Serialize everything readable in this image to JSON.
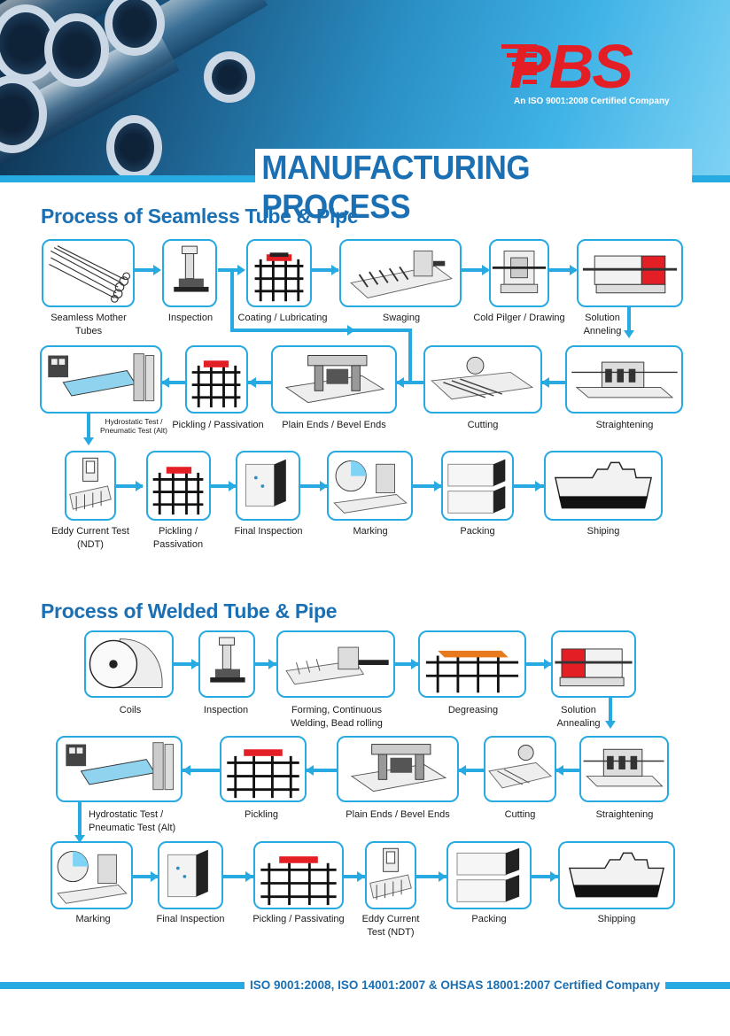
{
  "header": {
    "logo": "PBS",
    "tagline": "An ISO 9001:2008 Certified Company",
    "title": "MANUFACTURING PROCESS"
  },
  "seamless": {
    "title": "Process of Seamless Tube & Pipe",
    "steps": [
      {
        "label": "Seamless Mother Tubes",
        "icon": "tube-bundle-icon"
      },
      {
        "label": "Inspection",
        "icon": "inspection-machine-icon"
      },
      {
        "label": "Coating / Lubricating",
        "icon": "tank-icon"
      },
      {
        "label": "Swaging",
        "icon": "swaging-machine-icon"
      },
      {
        "label": "Cold Pilger / Drawing",
        "icon": "pilger-icon"
      },
      {
        "label": "Solution Anneling",
        "icon": "furnace-icon"
      },
      {
        "label": "Straightening",
        "icon": "straightener-icon"
      },
      {
        "label": "Cutting",
        "icon": "cutting-machine-icon"
      },
      {
        "label": "Plain Ends / Bevel Ends",
        "icon": "press-icon"
      },
      {
        "label": "Pickling / Passivation",
        "icon": "tank-icon"
      },
      {
        "label": "Hydrostatic Test / Pneumatic Test (Alt)",
        "icon": "hydro-test-icon"
      },
      {
        "label": "Eddy Current Test (NDT)",
        "icon": "eddy-current-icon"
      },
      {
        "label": "Pickling / Passivation",
        "icon": "tank-icon"
      },
      {
        "label": "Final Inspection",
        "icon": "inspection-booth-icon"
      },
      {
        "label": "Marking",
        "icon": "marking-machine-icon"
      },
      {
        "label": "Packing",
        "icon": "crate-icon"
      },
      {
        "label": "Shiping",
        "icon": "ship-icon"
      }
    ]
  },
  "welded": {
    "title": "Process of Welded Tube & Pipe",
    "steps": [
      {
        "label": "Coils",
        "icon": "coil-icon"
      },
      {
        "label": "Inspection",
        "icon": "inspection-machine-icon"
      },
      {
        "label": "Forming, Continuous Welding, Bead rolling",
        "icon": "forming-line-icon"
      },
      {
        "label": "Degreasing",
        "icon": "tank-icon"
      },
      {
        "label": "Solution Annealing",
        "icon": "furnace-icon"
      },
      {
        "label": "Straightening",
        "icon": "straightener-icon"
      },
      {
        "label": "Cutting",
        "icon": "cutting-machine-icon"
      },
      {
        "label": "Plain Ends / Bevel Ends",
        "icon": "press-icon"
      },
      {
        "label": "Pickling",
        "icon": "tank-icon"
      },
      {
        "label": "Hydrostatic Test / Pneumatic Test (Alt)",
        "icon": "hydro-test-icon"
      },
      {
        "label": "Marking",
        "icon": "marking-machine-icon"
      },
      {
        "label": "Final Inspection",
        "icon": "inspection-booth-icon"
      },
      {
        "label": "Pickling / Passivating",
        "icon": "tank-icon"
      },
      {
        "label": "Eddy Current Test (NDT)",
        "icon": "eddy-current-icon"
      },
      {
        "label": "Packing",
        "icon": "crate-icon"
      },
      {
        "label": "Shipping",
        "icon": "ship-icon"
      }
    ]
  },
  "footer": {
    "text": "ISO 9001:2008, ISO 14001:2007 & OHSAS 18001:2007 Certified Company"
  },
  "colors": {
    "accent": "#27a9e1",
    "title_blue": "#1b6fb3",
    "logo_red": "#e31e24"
  }
}
